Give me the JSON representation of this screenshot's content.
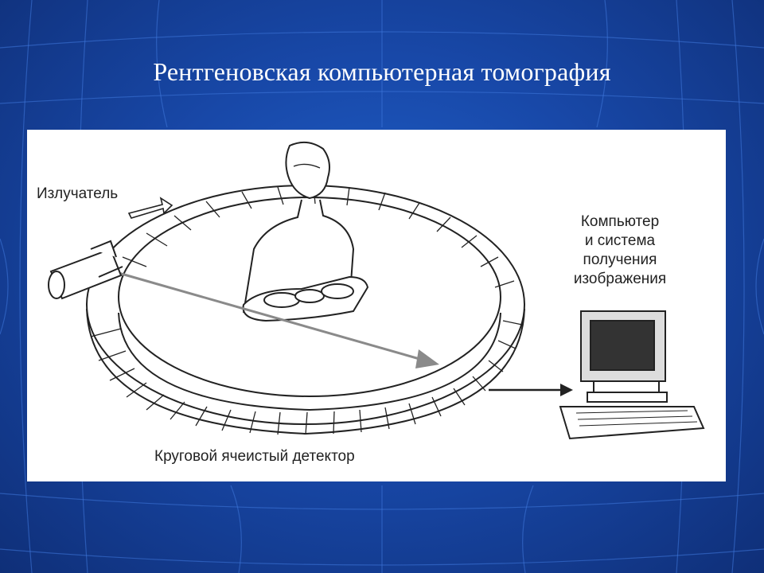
{
  "slide": {
    "title": "Рентгеновская компьютерная томография",
    "background_color": "#1848a8",
    "grid_color": "#3f7ae0"
  },
  "figure": {
    "labels": {
      "emitter": "Излучатель",
      "computer": "Компьютер\nи система\nполучения\nизображения",
      "detector": "Круговой ячеистый детектор"
    },
    "line_color": "#222222",
    "beam_color": "#8a8a8a"
  }
}
